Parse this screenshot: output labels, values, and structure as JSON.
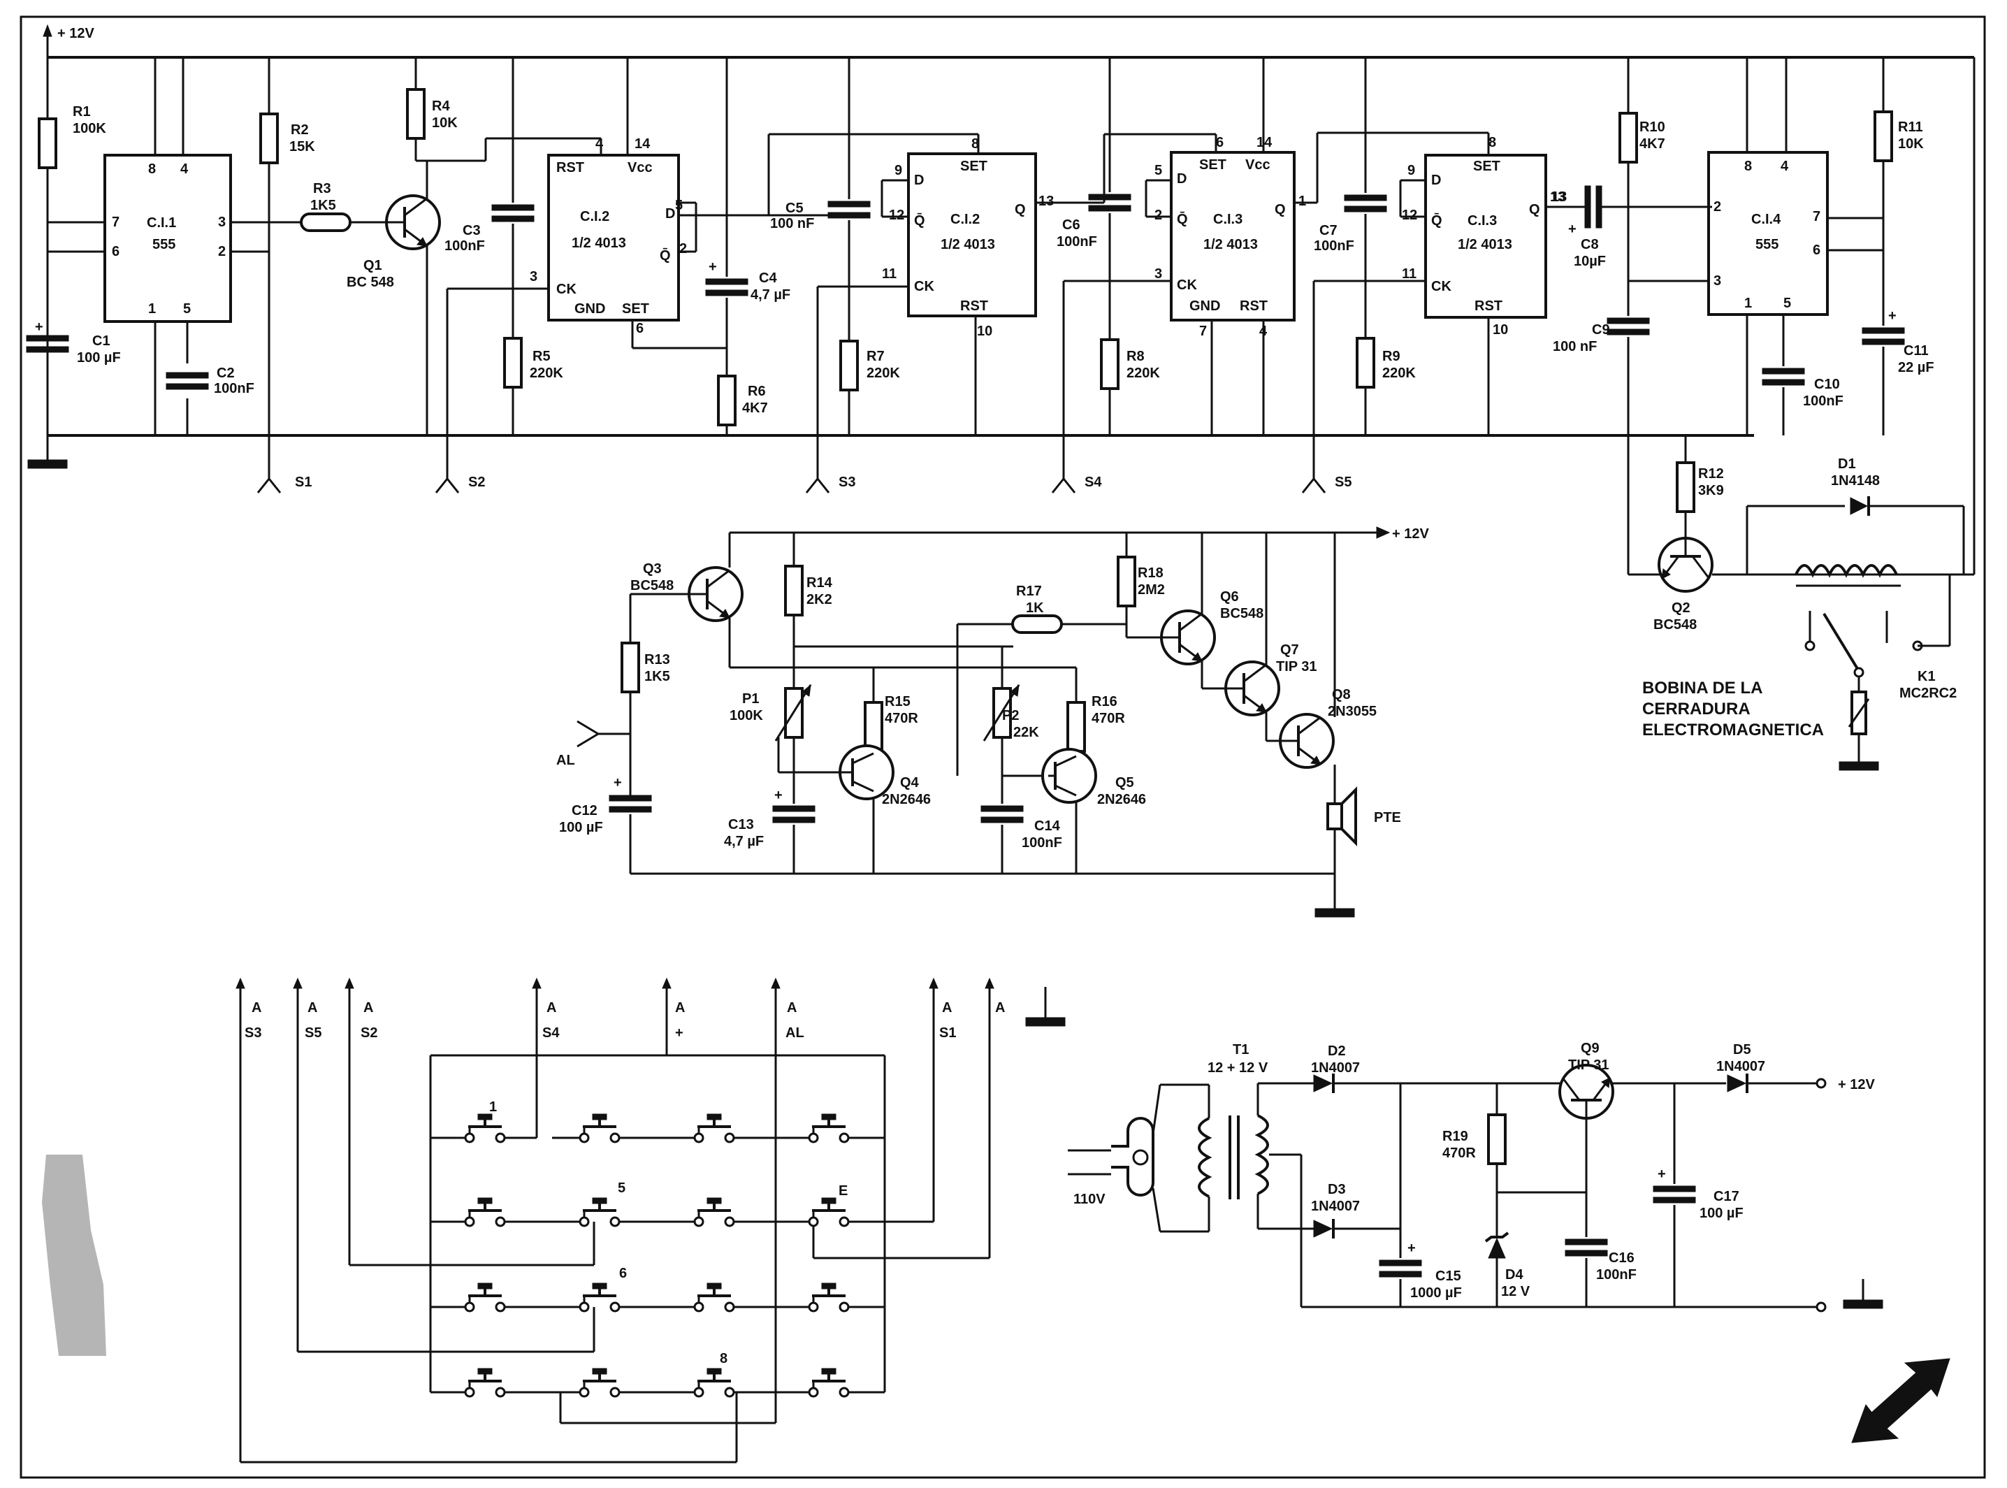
{
  "supply": {
    "top_rail": "+ 12V",
    "audio_rail": "+ 12V",
    "psu_out": "+ 12V"
  },
  "ics": [
    {
      "id": "ci1",
      "name": "C.I.1",
      "type": "555",
      "pins": {
        "p8": "8",
        "p4": "4",
        "p7": "7",
        "p6": "6",
        "p3": "3",
        "p2": "2",
        "p1": "1",
        "p5": "5"
      }
    },
    {
      "id": "ci2a",
      "name": "C.I.2",
      "type": "1/2 4013",
      "pins": {
        "rst": "RST",
        "vcc": "Vcc",
        "d": "D",
        "qbar": "Q̄",
        "ck": "CK",
        "gnd": "GND",
        "set": "SET"
      },
      "pinnums": {
        "n4": "4",
        "n14": "14",
        "n5": "5",
        "n2": "2",
        "n3": "3",
        "n6": "6"
      }
    },
    {
      "id": "ci2b",
      "name": "C.I.2",
      "type": "1/2 4013",
      "pins": {
        "set": "SET",
        "d": "D",
        "qbar": "Q̄",
        "q": "Q",
        "ck": "CK",
        "rst": "RST"
      },
      "pinnums": {
        "n8": "8",
        "n9": "9",
        "n12": "12",
        "n13": "13",
        "n11": "11",
        "n10": "10"
      }
    },
    {
      "id": "ci3a",
      "name": "C.I.3",
      "type": "1/2 4013",
      "pins": {
        "set": "SET",
        "vcc": "Vcc",
        "d": "D",
        "qbar": "Q̄",
        "q": "Q",
        "ck": "CK",
        "gnd": "GND",
        "rst": "RST"
      },
      "pinnums": {
        "n6": "6",
        "n14": "14",
        "n5": "5",
        "n2": "2",
        "n1": "1",
        "n3": "3",
        "n7": "7",
        "n4": "4"
      }
    },
    {
      "id": "ci3b",
      "name": "C.I.3",
      "type": "1/2 4013",
      "pins": {
        "set": "SET",
        "d": "D",
        "qbar": "Q̄",
        "q": "Q",
        "ck": "CK",
        "rst": "RST"
      },
      "pinnums": {
        "n8": "8",
        "n9": "9",
        "n12": "12",
        "n13": "13",
        "n11": "11",
        "n10": "10"
      }
    },
    {
      "id": "ci4",
      "name": "C.I.4",
      "type": "555",
      "pins": {
        "p8": "8",
        "p4": "4",
        "p2": "2",
        "p3": "3",
        "p7": "7",
        "p6": "6",
        "p1": "1",
        "p5": "5"
      }
    }
  ],
  "resistors": {
    "r1": {
      "ref": "R1",
      "val": "100K"
    },
    "r2": {
      "ref": "R2",
      "val": "15K"
    },
    "r3": {
      "ref": "R3",
      "val": "1K5"
    },
    "r4": {
      "ref": "R4",
      "val": "10K"
    },
    "r5": {
      "ref": "R5",
      "val": "220K"
    },
    "r6": {
      "ref": "R6",
      "val": "4K7"
    },
    "r7": {
      "ref": "R7",
      "val": "220K"
    },
    "r8": {
      "ref": "R8",
      "val": "220K"
    },
    "r9": {
      "ref": "R9",
      "val": "220K"
    },
    "r10": {
      "ref": "R10",
      "val": "4K7"
    },
    "r11": {
      "ref": "R11",
      "val": "10K"
    },
    "r12": {
      "ref": "R12",
      "val": "3K9"
    },
    "r13": {
      "ref": "R13",
      "val": "1K5"
    },
    "r14": {
      "ref": "R14",
      "val": "2K2"
    },
    "r15": {
      "ref": "R15",
      "val": "470R"
    },
    "r16": {
      "ref": "R16",
      "val": "470R"
    },
    "r17": {
      "ref": "R17",
      "val": "1K"
    },
    "r18": {
      "ref": "R18",
      "val": "2M2"
    },
    "r19": {
      "ref": "R19",
      "val": "470R"
    }
  },
  "capacitors": {
    "c1": {
      "ref": "C1",
      "val": "100 µF"
    },
    "c2": {
      "ref": "C2",
      "val": "100nF"
    },
    "c3": {
      "ref": "C3",
      "val": "100nF"
    },
    "c4": {
      "ref": "C4",
      "val": "4,7 µF"
    },
    "c5": {
      "ref": "C5",
      "val": "100 nF"
    },
    "c6": {
      "ref": "C6",
      "val": "100nF"
    },
    "c7": {
      "ref": "C7",
      "val": "100nF"
    },
    "c8": {
      "ref": "C8",
      "val": "10µF"
    },
    "c9": {
      "ref": "C9",
      "val": "100 nF"
    },
    "c10": {
      "ref": "C10",
      "val": "100nF"
    },
    "c11": {
      "ref": "C11",
      "val": "22 µF"
    },
    "c12": {
      "ref": "C12",
      "val": "100 µF"
    },
    "c13": {
      "ref": "C13",
      "val": "4,7 µF"
    },
    "c14": {
      "ref": "C14",
      "val": "100nF"
    },
    "c15": {
      "ref": "C15",
      "val": "1000 µF"
    },
    "c16": {
      "ref": "C16",
      "val": "100nF"
    },
    "c17": {
      "ref": "C17",
      "val": "100 µF"
    }
  },
  "transistors": {
    "q1": {
      "ref": "Q1",
      "val": "BC 548"
    },
    "q2": {
      "ref": "Q2",
      "val": "BC548"
    },
    "q3": {
      "ref": "Q3",
      "val": "BC548"
    },
    "q4": {
      "ref": "Q4",
      "val": "2N2646"
    },
    "q5": {
      "ref": "Q5",
      "val": "2N2646"
    },
    "q6": {
      "ref": "Q6",
      "val": "BC548"
    },
    "q7": {
      "ref": "Q7",
      "val": "TIP 31"
    },
    "q8": {
      "ref": "Q8",
      "val": "2N3055"
    },
    "q9": {
      "ref": "Q9",
      "val": "TIP 31"
    }
  },
  "pots": {
    "p1": {
      "ref": "P1",
      "val": "100K"
    },
    "p2": {
      "ref": "P2",
      "val": "22K"
    }
  },
  "diodes": {
    "d1": {
      "ref": "D1",
      "val": "1N4148"
    },
    "d2": {
      "ref": "D2",
      "val": "1N4007"
    },
    "d3": {
      "ref": "D3",
      "val": "1N4007"
    },
    "d4": {
      "ref": "D4",
      "val": "12 V"
    },
    "d5": {
      "ref": "D5",
      "val": "1N4007"
    }
  },
  "relay": {
    "ref": "K1",
    "val": "MC2RC2"
  },
  "coil_caption": [
    "BOBINA DE LA",
    "CERRADURA",
    "ELECTROMAGNETICA"
  ],
  "speaker": "PTE",
  "alarm_in": "AL",
  "transformer": {
    "ref": "T1",
    "val": "12 + 12 V"
  },
  "mains": "110V",
  "switch_labels": {
    "s1": "S1",
    "s2": "S2",
    "s3": "S3",
    "s4": "S4",
    "s5": "S5"
  },
  "keypad": {
    "connectors": [
      {
        "a": "A",
        "name": "S3"
      },
      {
        "a": "A",
        "name": "S5"
      },
      {
        "a": "A",
        "name": "S2"
      },
      {
        "a": "A",
        "name": "S4"
      },
      {
        "a": "A",
        "name": "+"
      },
      {
        "a": "A",
        "name": "AL"
      },
      {
        "a": "A",
        "name": "S1"
      },
      {
        "a": "A",
        "name": ""
      }
    ],
    "key_labels": {
      "k1": "1",
      "k5": "5",
      "ke": "E",
      "k6": "6",
      "k8": "8"
    }
  }
}
